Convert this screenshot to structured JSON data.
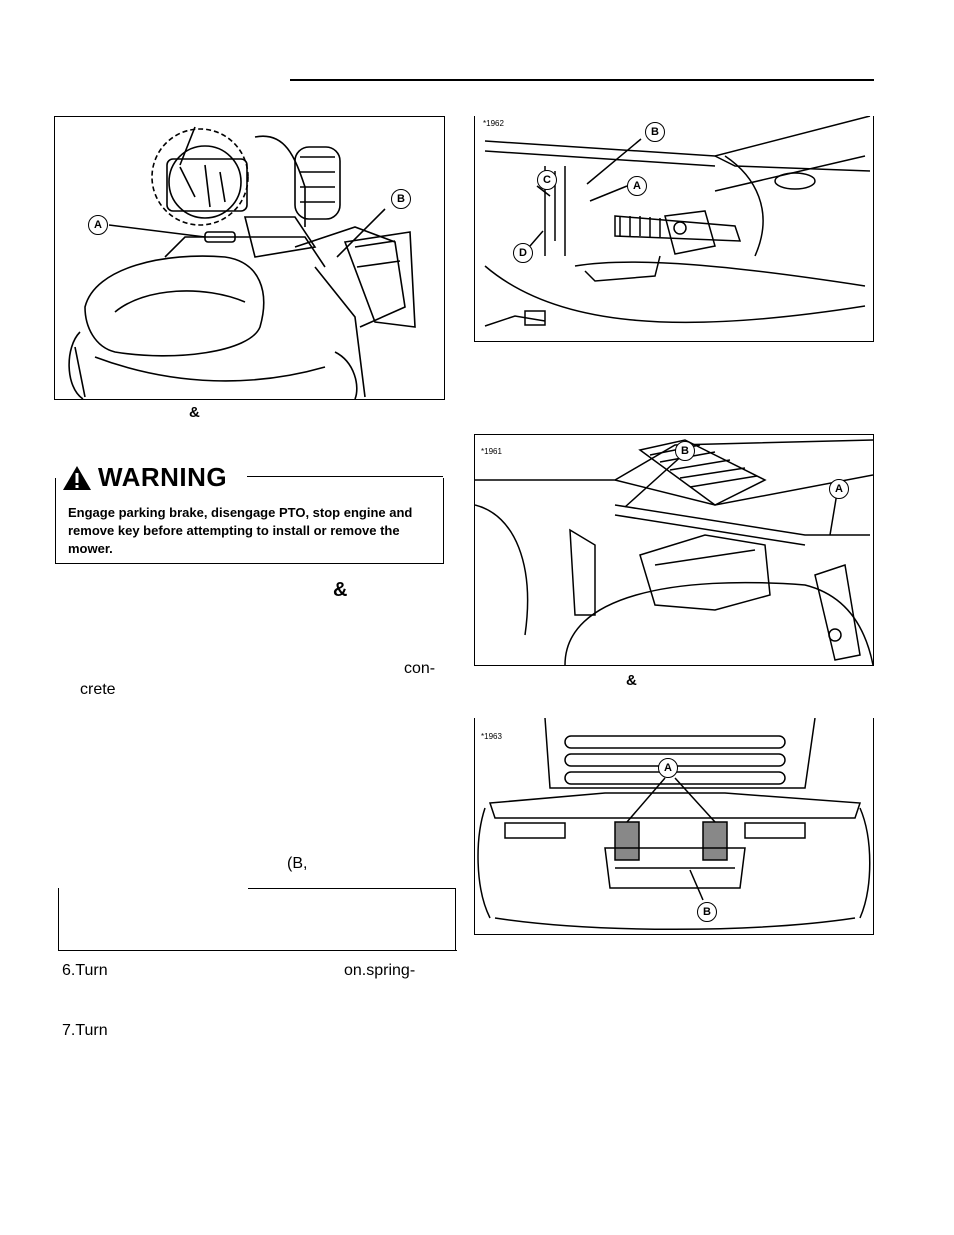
{
  "figures": {
    "fig1": {
      "callouts": [
        "A",
        "B"
      ]
    },
    "fig2": {
      "number": "*1962",
      "callouts": [
        "B",
        "C",
        "A",
        "D"
      ]
    },
    "fig3": {
      "number": "*1961",
      "callouts": [
        "B",
        "A"
      ]
    },
    "fig4": {
      "number": "*1963",
      "callouts": [
        "A",
        "B"
      ]
    }
  },
  "captions": {
    "fig1_amp": "&",
    "fig3_amp": "&"
  },
  "warning": {
    "title": "WARNING",
    "text": "Engage parking brake, disengage PTO, stop engine and remove key before attempting to install or remove the mower."
  },
  "body_fragments": {
    "amp": "&",
    "con": "con-",
    "crete": "crete",
    "b_ref": "(B,",
    "step6_num": "6.",
    "step6_word": "Turn",
    "step6_end": "on.spring-",
    "step7_num": "7.",
    "step7_word": "Turn"
  }
}
